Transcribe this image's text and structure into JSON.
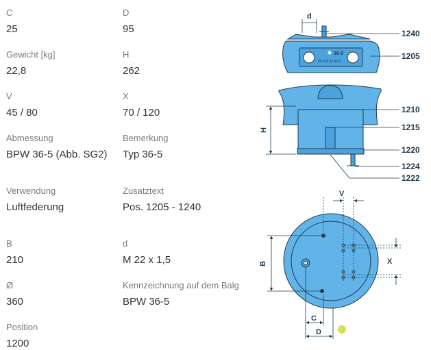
{
  "specs": {
    "c": {
      "label": "C",
      "value": "25"
    },
    "d_upper": {
      "label": "D",
      "value": "95"
    },
    "weight": {
      "label": "Gewicht [kg]",
      "value": "22,8"
    },
    "h": {
      "label": "H",
      "value": "262"
    },
    "v": {
      "label": "V",
      "value": "45 / 80"
    },
    "x": {
      "label": "X",
      "value": "70 / 120"
    },
    "dimension": {
      "label": "Abmessung",
      "value": "BPW 36-5 (Abb. SG2)"
    },
    "remark": {
      "label": "Bemerkung",
      "value": "Typ 36-5"
    },
    "usage": {
      "label": "Verwendung",
      "value": "Luftfederung"
    },
    "extra": {
      "label": "Zusatztext",
      "value": "Pos. 1205 - 1240"
    },
    "b": {
      "label": "B",
      "value": "210"
    },
    "d_lower": {
      "label": "d",
      "value": "M 22 x 1,5"
    },
    "diameter": {
      "label": "Ø",
      "value": "360"
    },
    "marking": {
      "label": "Kennzeichnung auf dem Balg",
      "value": "BPW 36-5"
    },
    "position": {
      "label": "Position",
      "value": "1200"
    }
  },
  "drawing": {
    "labels": {
      "p1240": "1240",
      "p1205": "1205",
      "p1210": "1210",
      "p1215": "1215",
      "p1220": "1220",
      "p1224": "1224",
      "p1222": "1222",
      "dim_d": "d",
      "dim_H": "H",
      "dim_V": "V",
      "dim_B": "B",
      "dim_X": "X",
      "dim_C": "C",
      "dim_D": "D"
    },
    "plate_marking": "36-5",
    "plate_serial": "05.429.42.43.0",
    "colors": {
      "balg": "#62b3e8",
      "balg_dark": "#4aa3dd",
      "outline": "#1f3a4d",
      "highlight": "#d4e157"
    }
  }
}
